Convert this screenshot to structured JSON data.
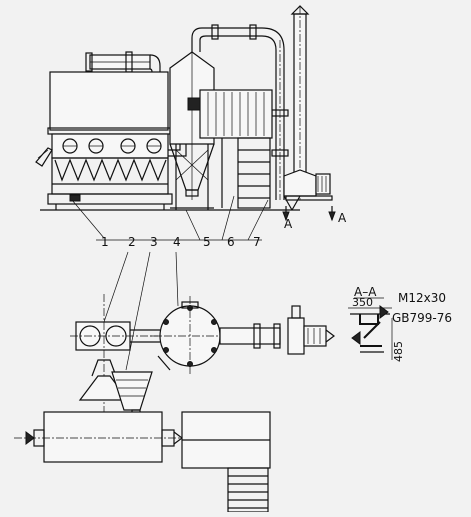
{
  "callouts": [
    "1",
    "2",
    "3",
    "4",
    "5",
    "6",
    "7"
  ],
  "section": {
    "marker": "A",
    "title": "A–A",
    "dim_width": "350",
    "dim_height": "485",
    "bolt": "M12x30",
    "standard": "GB799-76"
  }
}
